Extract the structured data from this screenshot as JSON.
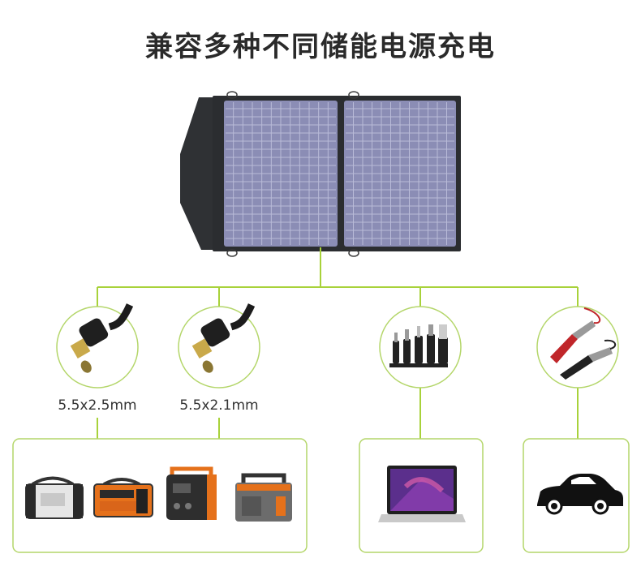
{
  "title": "兼容多种不同储能电源充电",
  "colors": {
    "accent_green": "#a8d23a",
    "panel_dark": "#2f3134",
    "cell_blue": "#8b8db5"
  },
  "connectors": [
    {
      "label": "5.5x2.5mm",
      "icon": "dc-barrel-plug-icon"
    },
    {
      "label": "5.5x2.1mm",
      "icon": "dc-barrel-plug-icon"
    },
    {
      "label": "",
      "icon": "usb-adapter-tips-icon"
    },
    {
      "label": "",
      "icon": "alligator-clamp-icon"
    }
  ],
  "devices": [
    {
      "name": "power-stations",
      "icons": [
        "power-station-icon",
        "power-station-icon",
        "power-station-icon",
        "power-station-icon"
      ]
    },
    {
      "name": "laptop",
      "icons": [
        "laptop-icon"
      ]
    },
    {
      "name": "car",
      "icons": [
        "car-icon"
      ]
    }
  ]
}
